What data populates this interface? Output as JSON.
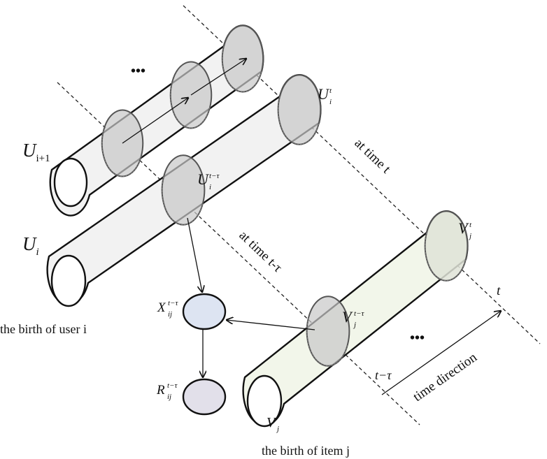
{
  "labels": {
    "u_i1_base": "U",
    "u_i1_sub": "i+1",
    "u_i_base": "U",
    "u_i_sub": "i",
    "u_i_t_base": "U",
    "u_i_t_sub": "i",
    "u_i_t_sup": "t",
    "u_i_ttau_base": "U",
    "u_i_ttau_sub": "i",
    "u_i_ttau_sup": "t−τ",
    "v_j_base": "V",
    "v_j_sub": "j",
    "v_j_t_base": "V",
    "v_j_t_sub": "j",
    "v_j_t_sup": "t",
    "v_j_ttau_base": "V",
    "v_j_ttau_sub": "j",
    "v_j_ttau_sup": "t−τ",
    "x_base": "X",
    "x_sub": "ij",
    "x_sup": "t−τ",
    "r_base": "R",
    "r_sub": "ij",
    "r_sup": "t−τ",
    "at_time_t": "at time t",
    "at_time_t_tau": "at time t-τ",
    "birth_user": "the birth of user i",
    "birth_item": "the birth of item j",
    "t_tick": "t",
    "t_minus_tau": "t−τ",
    "time_direction": "time direction",
    "ellipsis_top": "•••",
    "ellipsis_bottom": "•••"
  },
  "colors": {
    "cyl_user": "#f2f2f2",
    "cyl_item": "#f2f6ea",
    "slice": "#c8c8c8",
    "x_node": "#dde4f2",
    "r_node": "#e2e0ea",
    "stroke": "#111111"
  }
}
